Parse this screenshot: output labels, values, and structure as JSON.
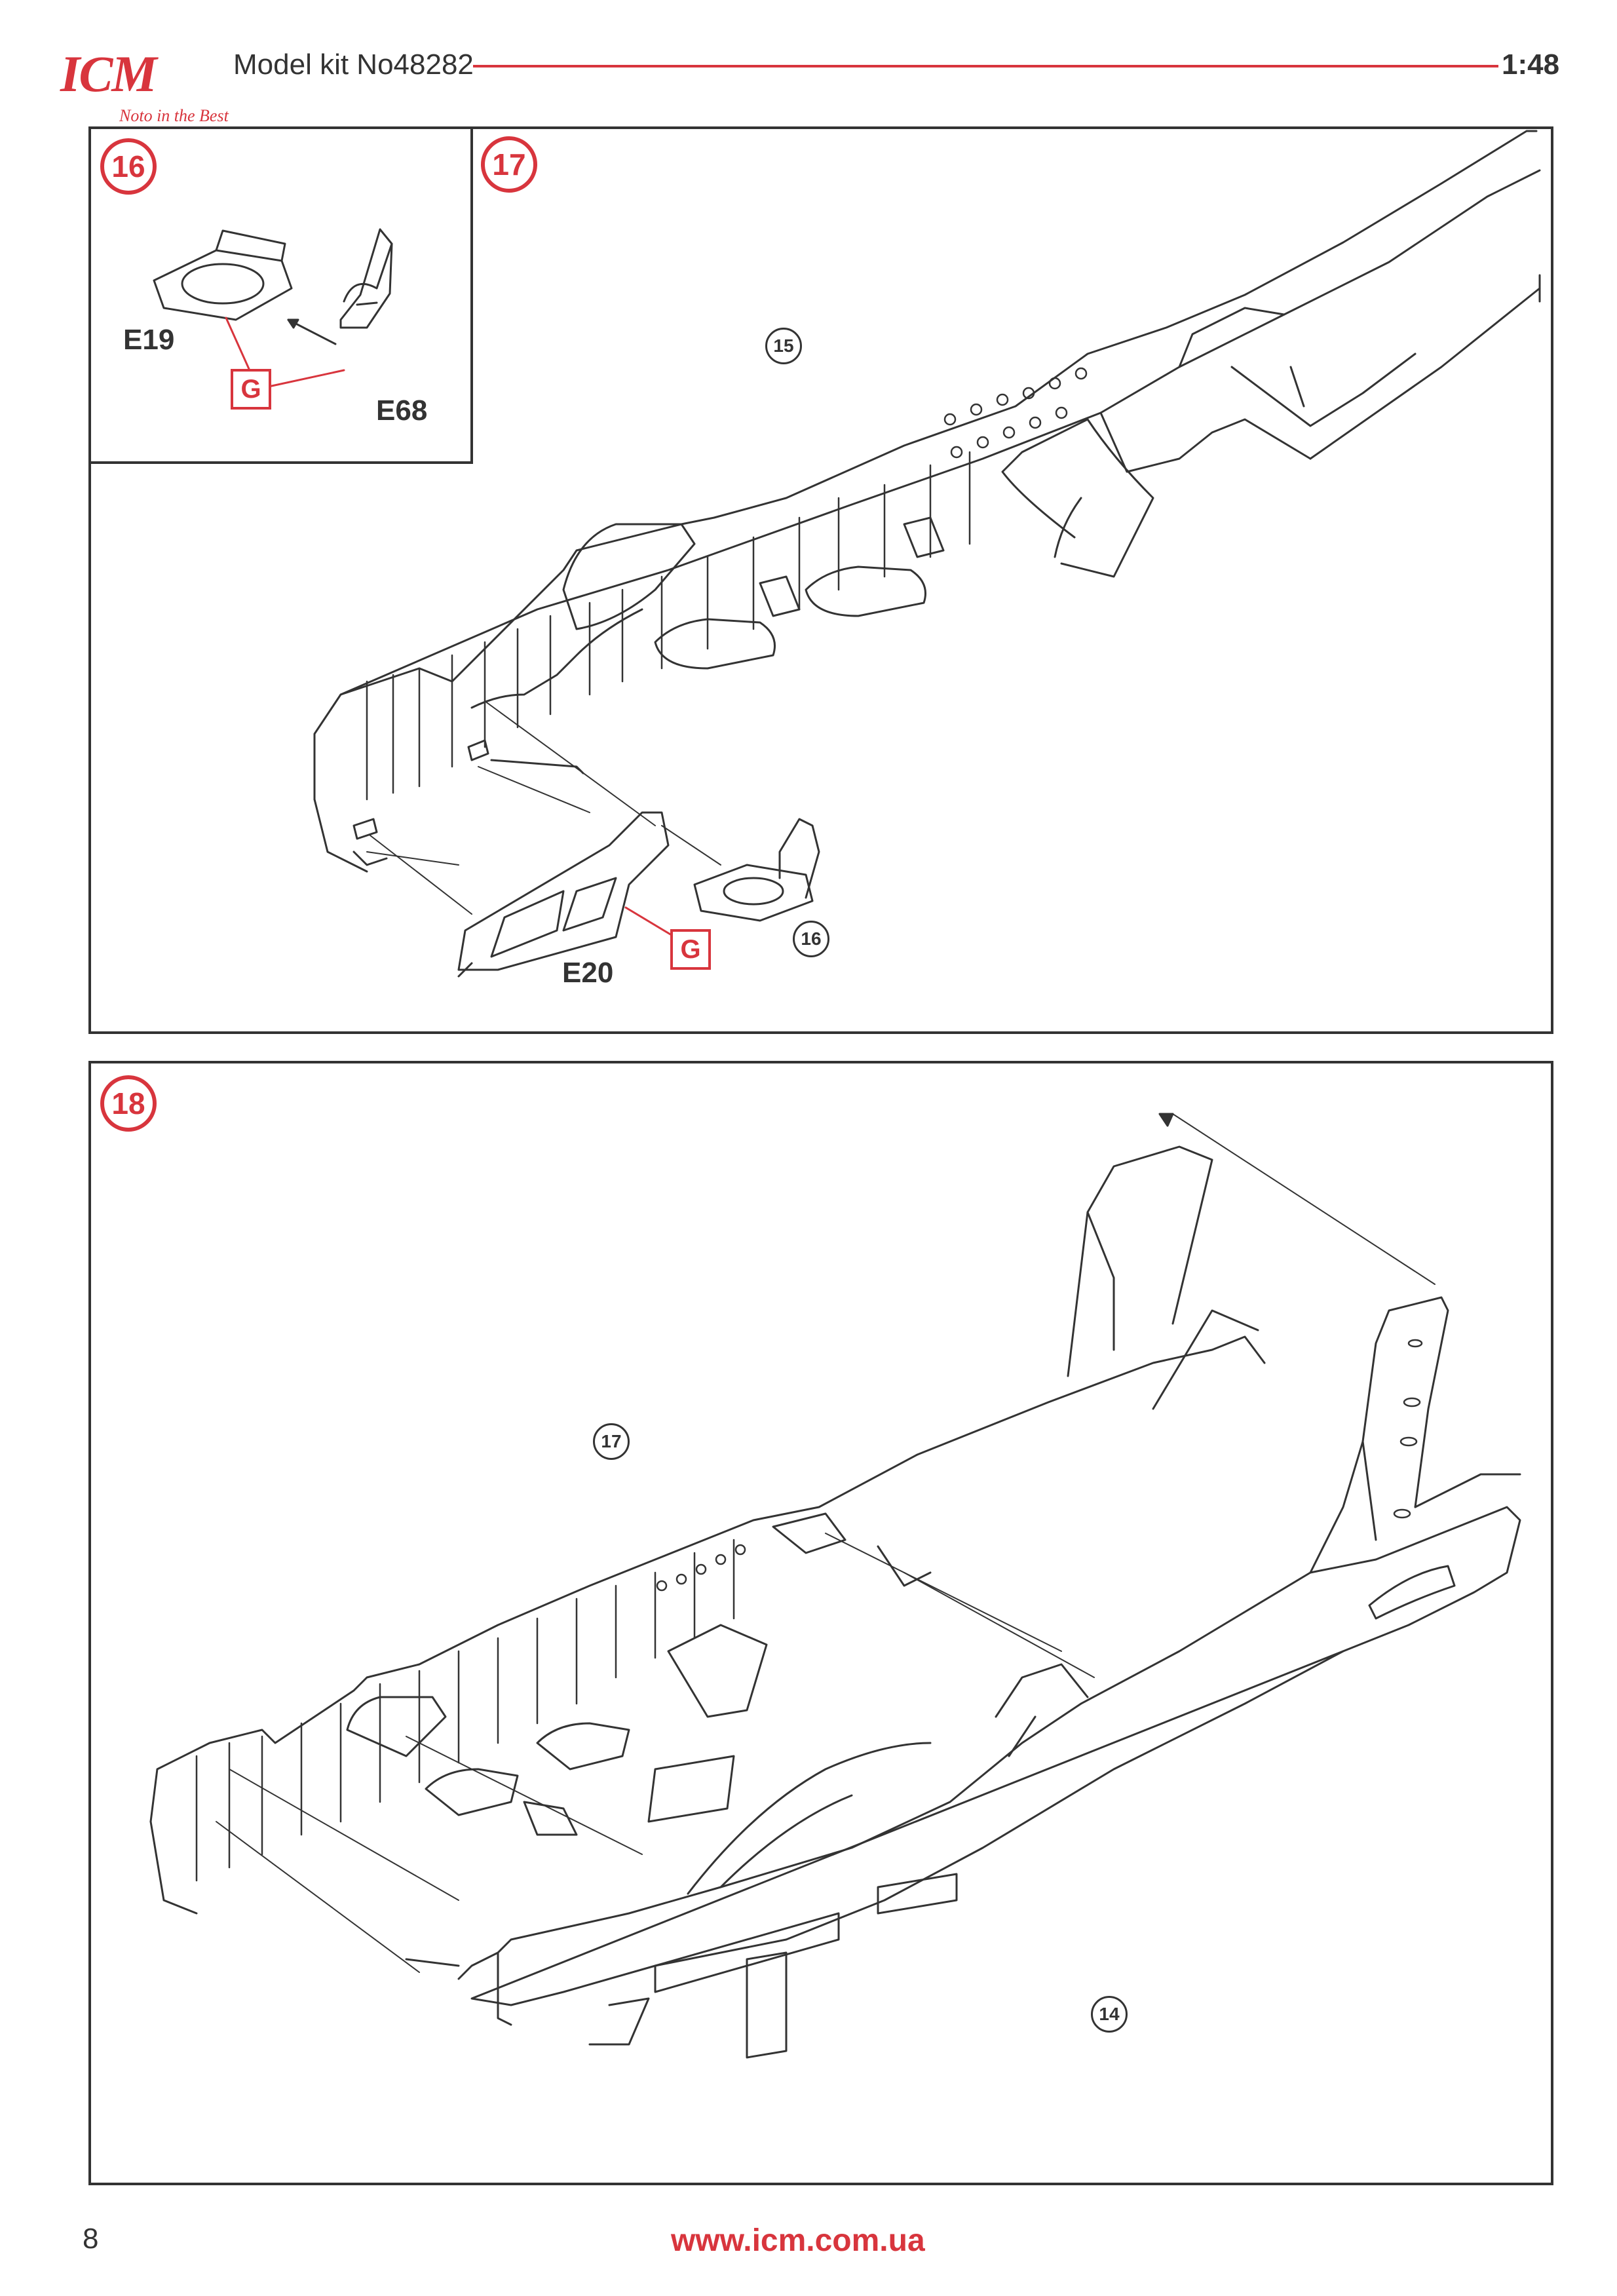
{
  "header": {
    "brand": "ICM",
    "tagline": "Noto in the Best",
    "model_title": "Model kit No48282",
    "scale": "1:48"
  },
  "steps": {
    "s16": {
      "number": "16"
    },
    "s17": {
      "number": "17"
    },
    "s18": {
      "number": "18"
    }
  },
  "parts": {
    "e19": "E19",
    "e68": "E68",
    "e20": "E20"
  },
  "glue_marker": "G",
  "references": {
    "ref15": "15",
    "ref16": "16",
    "ref17": "17",
    "ref14": "14"
  },
  "footer": {
    "page_number": "8",
    "website": "www.icm.com.ua"
  },
  "colors": {
    "brand_red": "#d8353d",
    "line": "#333333"
  }
}
